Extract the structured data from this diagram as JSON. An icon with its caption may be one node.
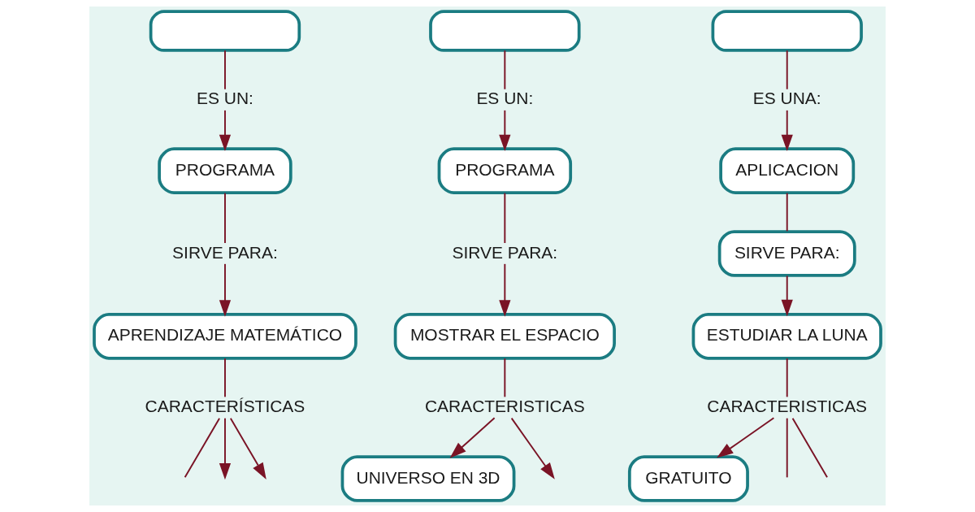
{
  "diagram": {
    "nodes": [
      {
        "text": [],
        "shape": "box"
      },
      {
        "text": [],
        "shape": "box"
      },
      {
        "text": [],
        "shape": "box"
      },
      {
        "text": [
          "ES UN:"
        ]
      },
      {
        "text": [
          "ES UN:"
        ]
      },
      {
        "text": [
          "ES UNA:"
        ]
      },
      {
        "text": [
          "PROGRAMA"
        ]
      },
      {
        "text": [
          "PROGRAMA"
        ]
      },
      {
        "text": [
          "APLICACION"
        ]
      },
      {
        "text": [
          "SIRVE PARA:"
        ]
      },
      {
        "text": [
          "SIRVE PARA:"
        ]
      },
      {
        "text": [
          "SIRVE PARA:"
        ]
      },
      {
        "text": [
          "APRENDIZAJE MATEMÁTICO"
        ]
      },
      {
        "text": [
          "MOSTRAR EL ESPACIO"
        ]
      },
      {
        "text": [
          "ESTUDIAR LA LUNA"
        ]
      },
      {
        "text": [
          "CARACTERÍSTICAS"
        ]
      },
      {
        "text": [
          "CARACTERISTICAS"
        ]
      },
      {
        "text": [
          "CARACTERISTICAS"
        ]
      },
      {
        "text": [
          "UNIVERSO EN 3D"
        ]
      },
      {
        "text": [
          "GRATUITO"
        ]
      }
    ],
    "edges": [
      {
        "from": 0,
        "to": 3,
        "arrow": "none"
      },
      {
        "from": 3,
        "to": 6,
        "arrow": "to"
      },
      {
        "from": 6,
        "to": 9,
        "arrow": "none"
      },
      {
        "from": 9,
        "to": 12,
        "arrow": "to"
      },
      {
        "from": 12,
        "to": 15,
        "arrow": "none"
      },
      {
        "from": 15,
        "to": null,
        "arrow": "none"
      },
      {
        "from": 15,
        "to": null,
        "arrow": "to"
      },
      {
        "from": 15,
        "to": null,
        "arrow": "to"
      },
      {
        "from": 1,
        "to": 4,
        "arrow": "none"
      },
      {
        "from": 4,
        "to": 7,
        "arrow": "to"
      },
      {
        "from": 7,
        "to": 10,
        "arrow": "none"
      },
      {
        "from": 10,
        "to": 13,
        "arrow": "to"
      },
      {
        "from": 13,
        "to": 16,
        "arrow": "none"
      },
      {
        "from": 16,
        "to": 18,
        "arrow": "to"
      },
      {
        "from": 16,
        "to": null,
        "arrow": "to"
      },
      {
        "from": 2,
        "to": 5,
        "arrow": "none"
      },
      {
        "from": 5,
        "to": 8,
        "arrow": "to"
      },
      {
        "from": 8,
        "to": 11,
        "arrow": "none"
      },
      {
        "from": 11,
        "to": 14,
        "arrow": "to"
      },
      {
        "from": 14,
        "to": 17,
        "arrow": "none"
      },
      {
        "from": 17,
        "to": 19,
        "arrow": "to"
      },
      {
        "from": 17,
        "to": null,
        "arrow": "none"
      },
      {
        "from": 17,
        "to": null,
        "arrow": "none"
      }
    ]
  }
}
